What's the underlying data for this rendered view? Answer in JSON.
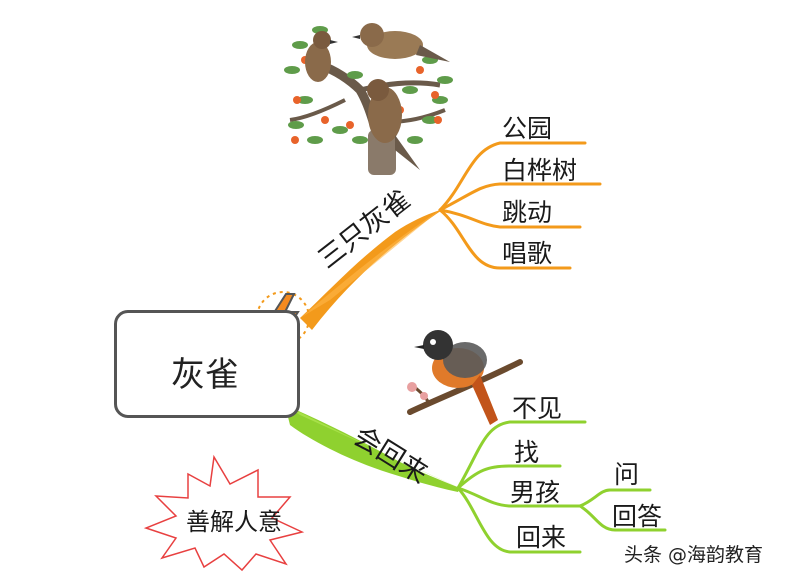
{
  "mindmap": {
    "central": "灰雀",
    "branch1": {
      "label": "三只灰雀",
      "color": "#f39a1b",
      "children": [
        "公园",
        "白桦树",
        "跳动",
        "唱歌"
      ]
    },
    "branch2": {
      "label": "会回来",
      "color": "#8fd12f",
      "children": [
        "不见",
        "找",
        "男孩",
        "回来"
      ],
      "sub": [
        "问",
        "回答"
      ]
    },
    "callout": "善解人意"
  },
  "watermark": "头条 @海韵教育",
  "icons": [
    "lightning-icon",
    "sparrows-on-tree-illustration",
    "redstart-bird-illustration",
    "starburst-callout"
  ]
}
